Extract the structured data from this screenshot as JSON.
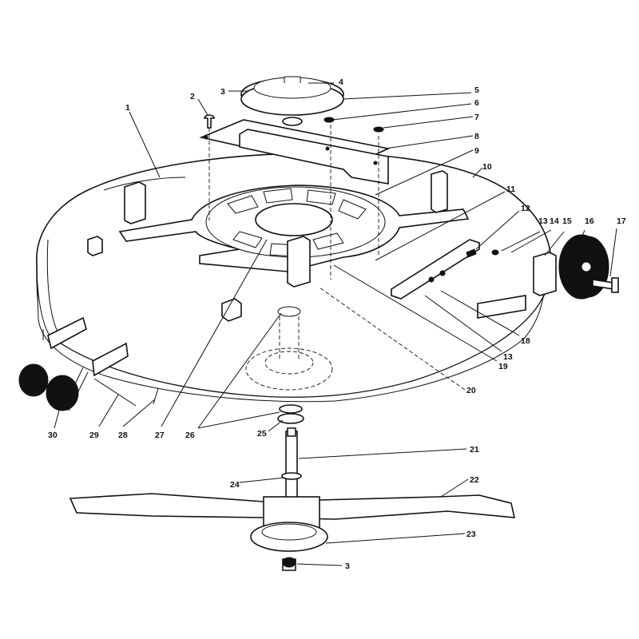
{
  "diagram": {
    "labels": [
      {
        "id": "1",
        "text": "1"
      },
      {
        "id": "2",
        "text": "2"
      },
      {
        "id": "3a",
        "text": "3"
      },
      {
        "id": "4",
        "text": "4"
      },
      {
        "id": "5",
        "text": "5"
      },
      {
        "id": "6",
        "text": "6"
      },
      {
        "id": "7",
        "text": "7"
      },
      {
        "id": "8",
        "text": "8"
      },
      {
        "id": "9",
        "text": "9"
      },
      {
        "id": "10",
        "text": "10"
      },
      {
        "id": "11",
        "text": "11"
      },
      {
        "id": "12",
        "text": "12"
      },
      {
        "id": "13a",
        "text": "13"
      },
      {
        "id": "14",
        "text": "14"
      },
      {
        "id": "15",
        "text": "15"
      },
      {
        "id": "16",
        "text": "16"
      },
      {
        "id": "17",
        "text": "17"
      },
      {
        "id": "18",
        "text": "18"
      },
      {
        "id": "13b",
        "text": "13"
      },
      {
        "id": "19",
        "text": "19"
      },
      {
        "id": "20",
        "text": "20"
      },
      {
        "id": "21",
        "text": "21"
      },
      {
        "id": "22",
        "text": "22"
      },
      {
        "id": "23",
        "text": "23"
      },
      {
        "id": "3b",
        "text": "3"
      },
      {
        "id": "24",
        "text": "24"
      },
      {
        "id": "25",
        "text": "25"
      },
      {
        "id": "26",
        "text": "26"
      },
      {
        "id": "27",
        "text": "27"
      },
      {
        "id": "28",
        "text": "28"
      },
      {
        "id": "29",
        "text": "29"
      },
      {
        "id": "30",
        "text": "30"
      }
    ]
  }
}
